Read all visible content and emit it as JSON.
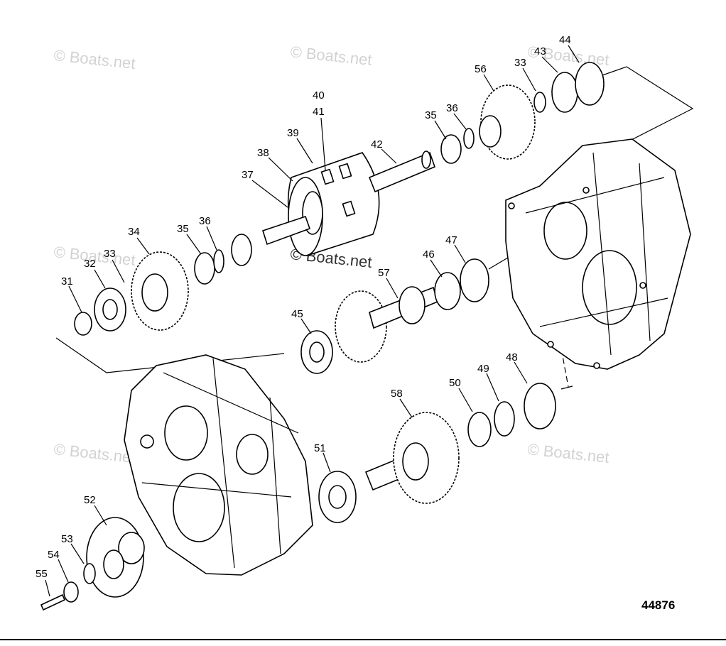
{
  "figure_number": "44876",
  "watermarks": [
    {
      "text": "© Boats.net"
    },
    {
      "text": "© Boats.net"
    },
    {
      "text": "© Boats.net"
    },
    {
      "text": "© Boats.net"
    },
    {
      "text": "© Boats.net"
    },
    {
      "text": "© Boats.net"
    },
    {
      "text": "© Boats.net"
    }
  ],
  "callouts": {
    "c31": "31",
    "c32": "32",
    "c33a": "33",
    "c34": "34",
    "c35a": "35",
    "c36a": "36",
    "c37": "37",
    "c38": "38",
    "c39": "39",
    "c40": "40",
    "c41": "41",
    "c42": "42",
    "c35b": "35",
    "c36b": "36",
    "c56": "56",
    "c33b": "33",
    "c43": "43",
    "c44": "44",
    "c45": "45",
    "c57": "57",
    "c46": "46",
    "c47": "47",
    "c58": "58",
    "c50": "50",
    "c49": "49",
    "c48": "48",
    "c51": "51",
    "c52": "52",
    "c53": "53",
    "c54": "54",
    "c55": "55"
  }
}
